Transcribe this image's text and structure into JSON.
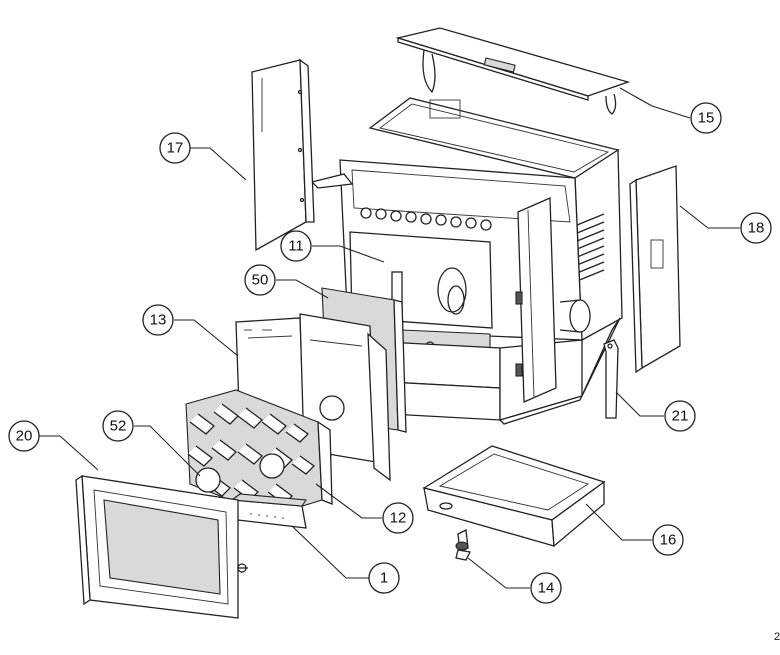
{
  "callouts": {
    "c1": "1",
    "c11": "11",
    "c12": "12",
    "c13": "13",
    "c14": "14",
    "c15": "15",
    "c16": "16",
    "c17": "17",
    "c18": "18",
    "c20": "20",
    "c21": "21",
    "c50": "50",
    "c52": "52"
  },
  "corner_mark": "2"
}
